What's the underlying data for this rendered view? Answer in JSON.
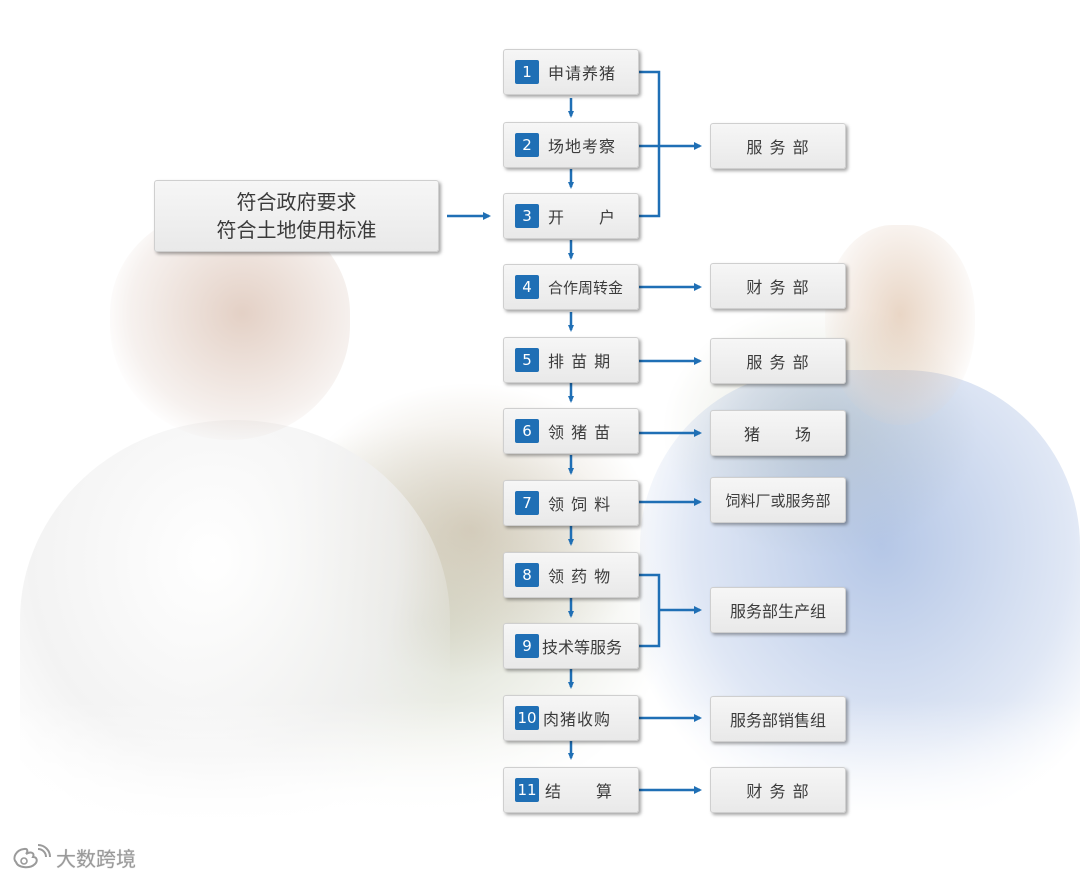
{
  "requirements": {
    "line1": "符合政府要求",
    "line2": "符合土地使用标准"
  },
  "steps": [
    {
      "num": "1",
      "label": "申请养猪"
    },
    {
      "num": "2",
      "label": "场地考察"
    },
    {
      "num": "3",
      "label": "开　　户"
    },
    {
      "num": "4",
      "label": "合作周转金"
    },
    {
      "num": "5",
      "label": "排 苗 期"
    },
    {
      "num": "6",
      "label": "领 猪 苗"
    },
    {
      "num": "7",
      "label": "领 饲 料"
    },
    {
      "num": "8",
      "label": "领 药 物"
    },
    {
      "num": "9",
      "label": "技术等服务"
    },
    {
      "num": "10",
      "label": "肉猪收购"
    },
    {
      "num": "11",
      "label": "结　　算"
    }
  ],
  "departments": [
    {
      "label": "服 务 部"
    },
    {
      "label": "财 务 部"
    },
    {
      "label": "服 务 部"
    },
    {
      "label": "猪　　场"
    },
    {
      "label": "饲料厂或服务部"
    },
    {
      "label": "服务部生产组"
    },
    {
      "label": "服务部销售组"
    },
    {
      "label": "财 务 部"
    }
  ],
  "watermark": {
    "text": "大数跨境",
    "logo_icon": "weibo-logo-icon"
  },
  "colors": {
    "arrow": "#1f6fb5",
    "number_badge": "#1f6fb5",
    "box_text": "#3c3c3c"
  }
}
